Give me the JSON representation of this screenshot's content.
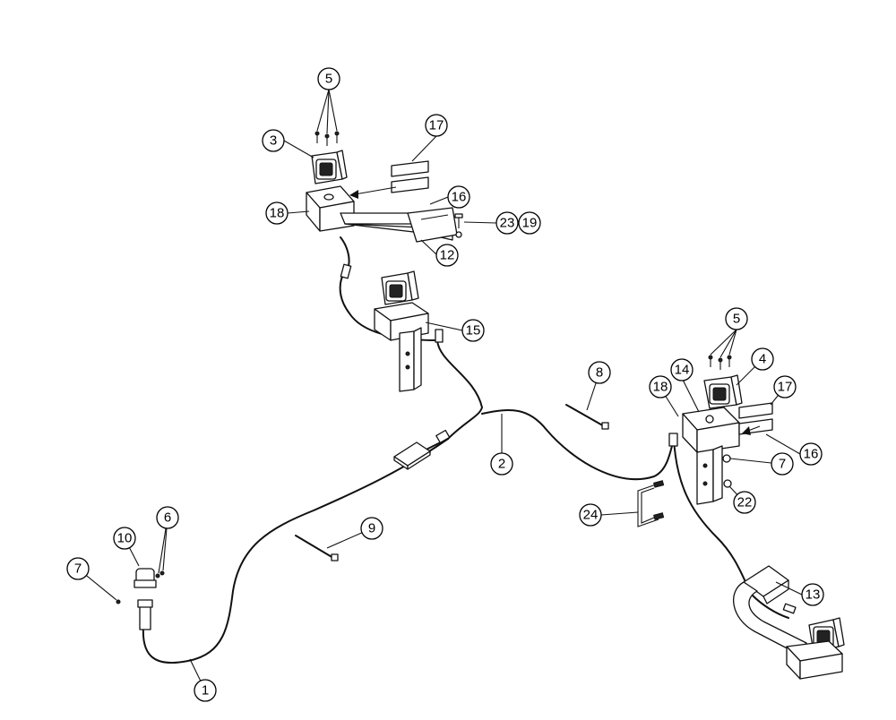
{
  "callouts": {
    "c1": "1",
    "c2": "2",
    "c3": "3",
    "c4": "4",
    "c5a": "5",
    "c5b": "5",
    "c6": "6",
    "c7a": "7",
    "c7b": "7",
    "c8": "8",
    "c9": "9",
    "c10": "10",
    "c12": "12",
    "c13": "13",
    "c14": "14",
    "c15": "15",
    "c16a": "16",
    "c16b": "16",
    "c17a": "17",
    "c17b": "17",
    "c18a": "18",
    "c18b": "18",
    "c19": "19",
    "c22": "22",
    "c23": "23",
    "c24": "24"
  }
}
